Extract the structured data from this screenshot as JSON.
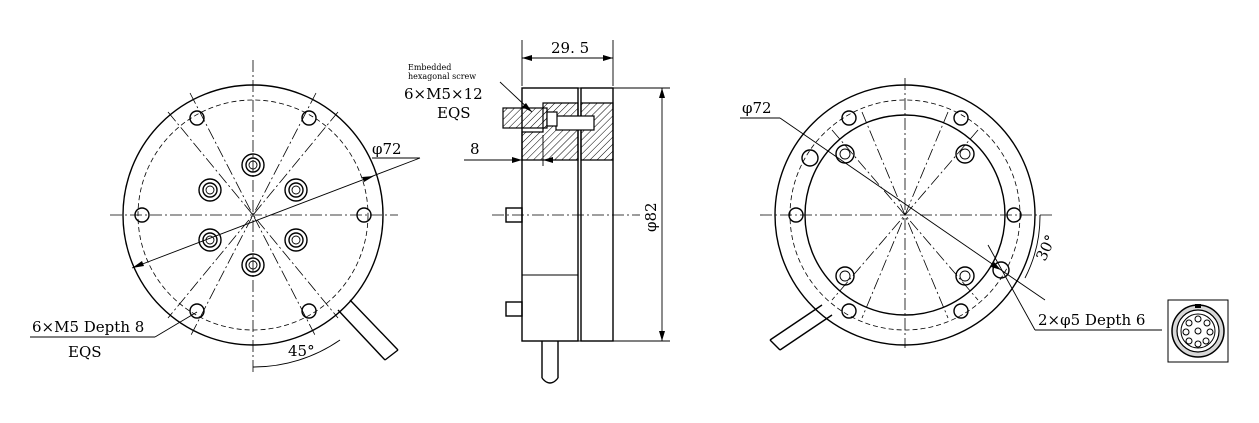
{
  "front_view": {
    "diameter_label": "φ72",
    "holes_label": "6×M5 Depth 8",
    "holes_eqs": "EQS",
    "angle_label": "45°"
  },
  "side_view": {
    "width_label": "29. 5",
    "screw_caption_1": "Embedded",
    "screw_caption_2": "hexagonal screw",
    "screw_label": "6×M5×12",
    "screw_eqs": "EQS",
    "depth_label": "8",
    "diameter_label": "φ82"
  },
  "back_view": {
    "diameter_label": "φ72",
    "angle_label": "30°",
    "pin_label": "2×φ5 Depth 6"
  },
  "connector": {
    "icon": "circular-connector-icon"
  }
}
